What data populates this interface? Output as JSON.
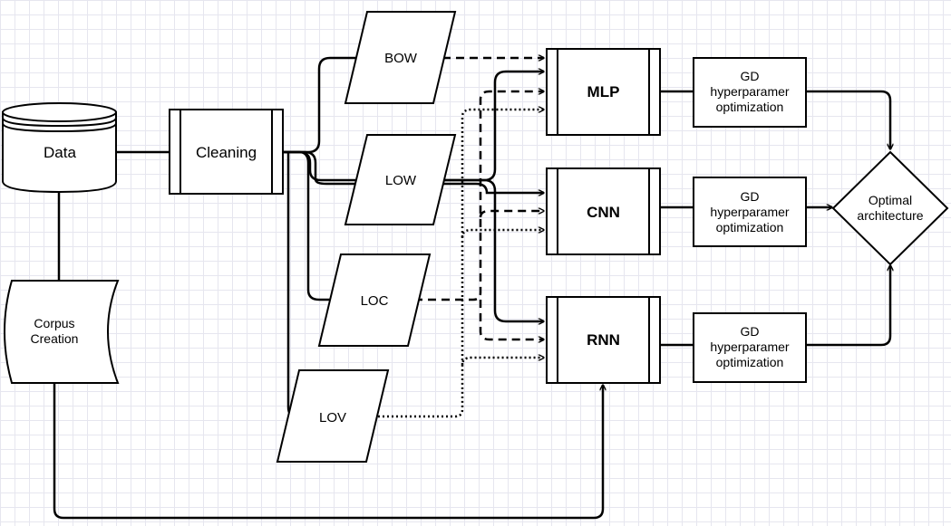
{
  "nodes": {
    "data": {
      "label": "Data"
    },
    "cleaning": {
      "label": "Cleaning"
    },
    "corpus": {
      "label_lines": [
        "Corpus",
        "Creation"
      ]
    },
    "bow": {
      "label": "BOW"
    },
    "low": {
      "label": "LOW"
    },
    "loc": {
      "label": "LOC"
    },
    "lov": {
      "label": "LOV"
    },
    "mlp": {
      "label": "MLP"
    },
    "cnn": {
      "label": "CNN"
    },
    "rnn": {
      "label": "RNN"
    },
    "gd_mlp": {
      "label_lines": [
        "GD",
        "hyperparamer",
        "optimization"
      ]
    },
    "gd_cnn": {
      "label_lines": [
        "GD",
        "hyperparamer",
        "optimization"
      ]
    },
    "gd_rnn": {
      "label_lines": [
        "GD",
        "hyperparamer",
        "optimization"
      ]
    },
    "optimal": {
      "label_lines": [
        "Optimal",
        "architecture"
      ]
    }
  },
  "edges": [
    {
      "from": "data",
      "to": "cleaning",
      "style": "solid"
    },
    {
      "from": "data",
      "to": "corpus",
      "style": "solid"
    },
    {
      "from": "corpus",
      "to": "rnn",
      "style": "solid"
    },
    {
      "from": "cleaning",
      "to": "bow",
      "style": "solid"
    },
    {
      "from": "cleaning",
      "to": "low",
      "style": "solid"
    },
    {
      "from": "cleaning",
      "to": "loc",
      "style": "solid"
    },
    {
      "from": "cleaning",
      "to": "lov",
      "style": "solid"
    },
    {
      "from": "cleaning",
      "to": "cnn",
      "style": "solid"
    },
    {
      "from": "low",
      "to": "mlp",
      "style": "solid"
    },
    {
      "from": "low",
      "to": "rnn",
      "style": "solid"
    },
    {
      "from": "bow",
      "to": "mlp",
      "style": "dashed"
    },
    {
      "from": "loc",
      "to": "mlp",
      "style": "dashed"
    },
    {
      "from": "loc",
      "to": "cnn",
      "style": "dashed"
    },
    {
      "from": "loc",
      "to": "rnn",
      "style": "dashed"
    },
    {
      "from": "lov",
      "to": "mlp",
      "style": "dotted"
    },
    {
      "from": "lov",
      "to": "cnn",
      "style": "dotted"
    },
    {
      "from": "lov",
      "to": "rnn",
      "style": "dotted"
    },
    {
      "from": "mlp",
      "to": "gd_mlp",
      "style": "solid"
    },
    {
      "from": "cnn",
      "to": "gd_cnn",
      "style": "solid"
    },
    {
      "from": "rnn",
      "to": "gd_rnn",
      "style": "solid"
    },
    {
      "from": "gd_mlp",
      "to": "optimal",
      "style": "solid"
    },
    {
      "from": "gd_cnn",
      "to": "optimal",
      "style": "solid"
    },
    {
      "from": "gd_rnn",
      "to": "optimal",
      "style": "solid"
    }
  ],
  "colors": {
    "stroke": "#000000",
    "fill": "#ffffff",
    "grid": "#e6e6ef"
  }
}
